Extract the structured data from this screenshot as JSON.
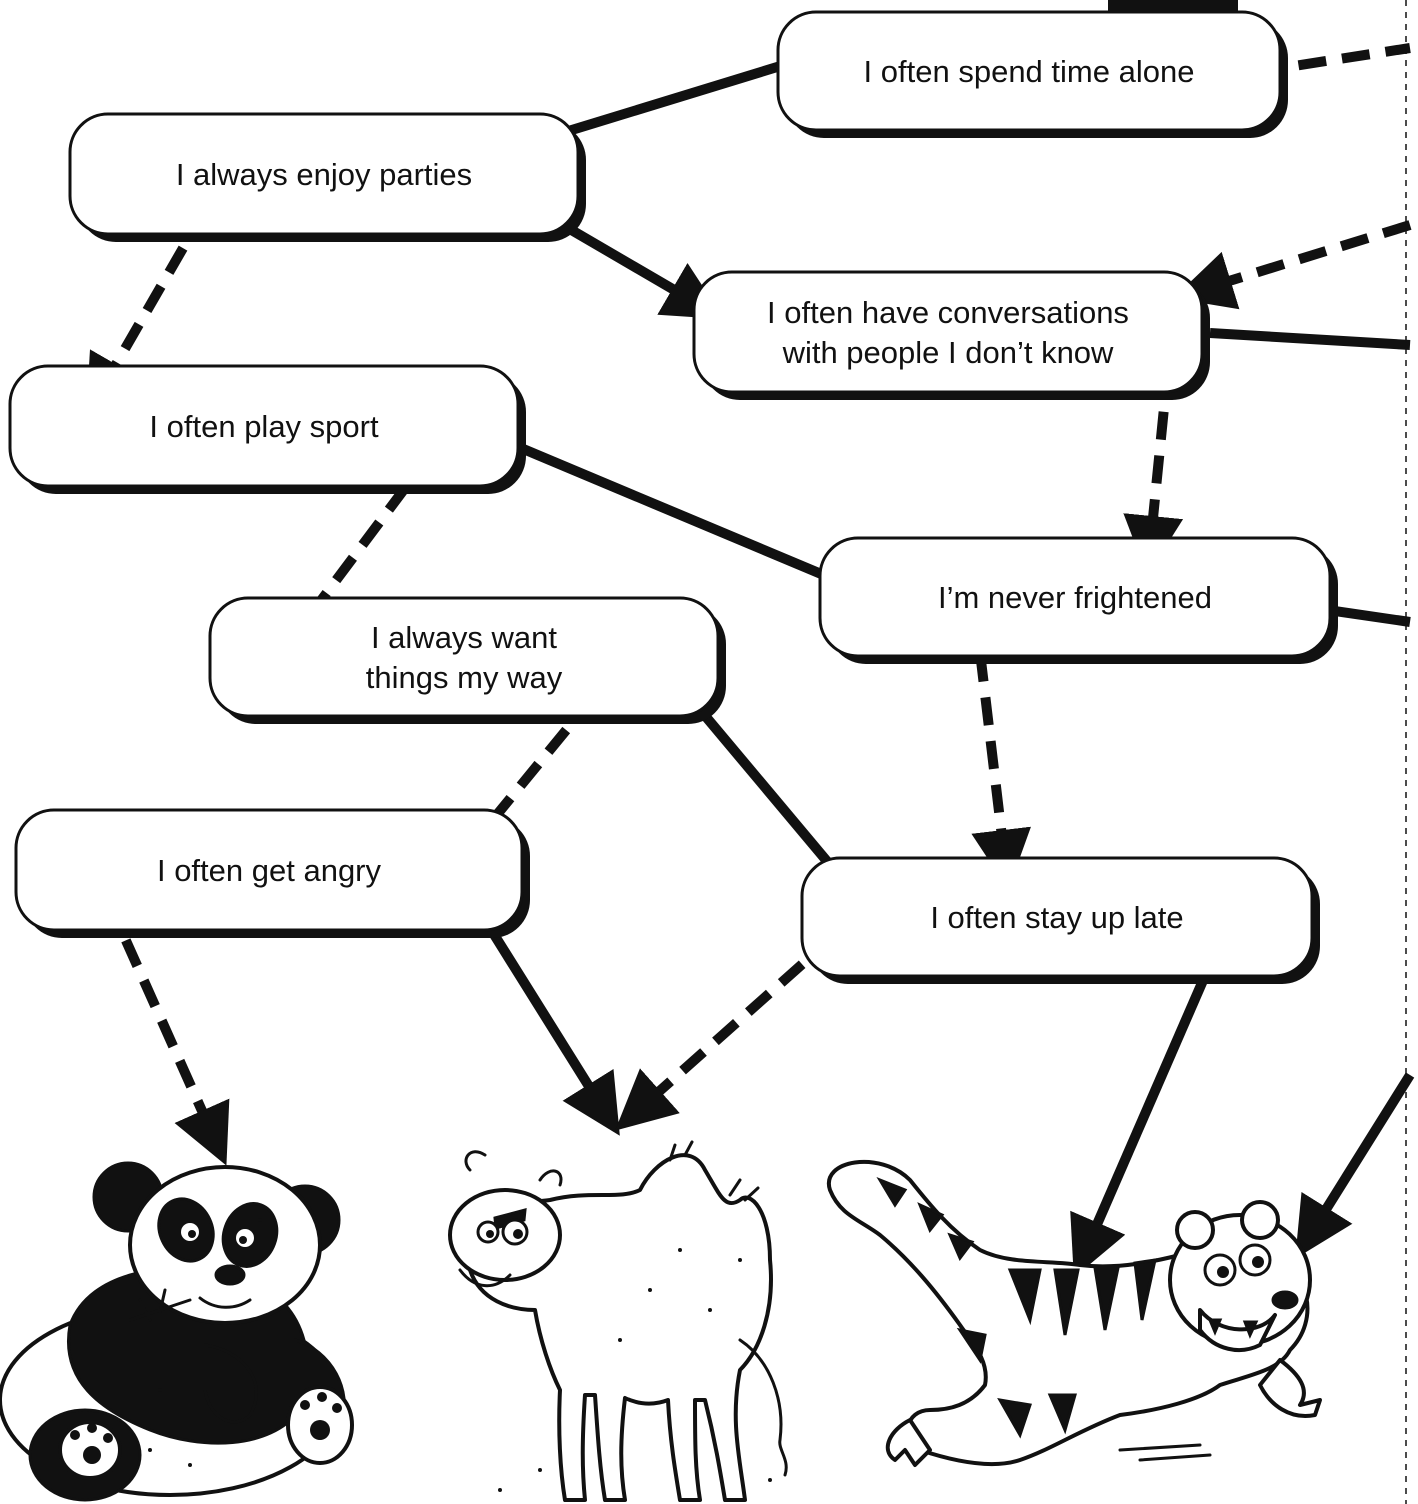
{
  "nodes": [
    {
      "id": "alone",
      "lines": [
        "I often spend time alone"
      ]
    },
    {
      "id": "parties",
      "lines": [
        "I always enjoy parties"
      ]
    },
    {
      "id": "conversations",
      "lines": [
        "I often have conversations",
        "with people I don’t know"
      ]
    },
    {
      "id": "sport",
      "lines": [
        "I often play sport"
      ]
    },
    {
      "id": "frightened",
      "lines": [
        "I’m never frightened"
      ]
    },
    {
      "id": "myway",
      "lines": [
        "I always want",
        "things my way"
      ]
    },
    {
      "id": "angry",
      "lines": [
        "I often get angry"
      ]
    },
    {
      "id": "late",
      "lines": [
        "I often stay up late"
      ]
    }
  ],
  "edges": [
    {
      "from": "alone",
      "to": "parties",
      "style": "solid"
    },
    {
      "from": "parties",
      "to": "conversations",
      "style": "solid"
    },
    {
      "from": "parties",
      "to": "sport",
      "style": "dashed"
    },
    {
      "from": "conversations",
      "to": "frightened",
      "style": "dashed"
    },
    {
      "from": "sport",
      "to": "frightened",
      "style": "solid"
    },
    {
      "from": "sport",
      "to": "myway",
      "style": "dashed"
    },
    {
      "from": "myway",
      "to": "angry",
      "style": "dashed"
    },
    {
      "from": "myway",
      "to": "late",
      "style": "solid"
    },
    {
      "from": "frightened",
      "to": "late",
      "style": "dashed"
    },
    {
      "from": "angry",
      "to": "panda",
      "style": "dashed"
    },
    {
      "from": "angry",
      "to": "camel",
      "style": "solid"
    },
    {
      "from": "late",
      "to": "camel",
      "style": "dashed"
    },
    {
      "from": "late",
      "to": "tiger",
      "style": "solid"
    }
  ],
  "animals": [
    {
      "id": "panda",
      "icon": "panda-icon"
    },
    {
      "id": "camel",
      "icon": "camel-icon"
    },
    {
      "id": "tiger",
      "icon": "tiger-icon"
    }
  ],
  "colors": {
    "ink": "#111111",
    "paper": "#ffffff"
  }
}
